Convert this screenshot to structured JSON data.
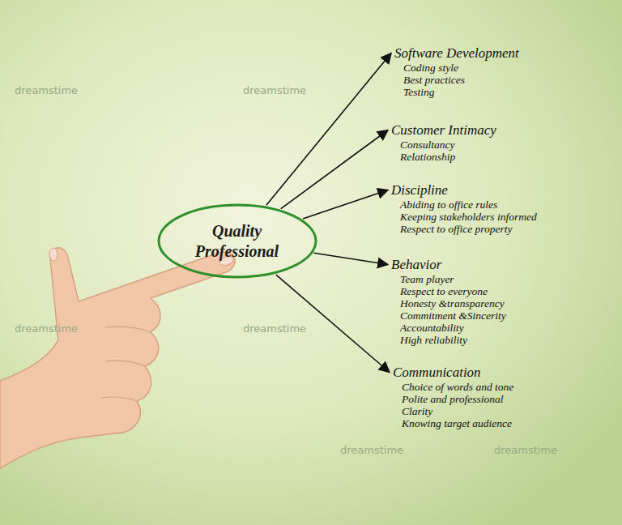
{
  "diagram": {
    "nodes": [
      {
        "text": [
          "Quality Professional"
        ]
      },
      {
        "text": [
          "Software Development",
          "Coding style",
          "Best practices",
          "Testing"
        ]
      },
      {
        "text": [
          "Customer Intimacy",
          "Consultancy",
          "Relationship"
        ]
      },
      {
        "text": [
          "Discipline",
          "Abiding to office rules",
          "Keeping stakeholders informed",
          "Respect to office property"
        ]
      },
      {
        "text": [
          "Behavior",
          "Team player",
          "Respect to everyone",
          "Honesty &transparency",
          "Commitment &Sincerity",
          "Accountability",
          "High reliability"
        ]
      },
      {
        "text": [
          "Communication",
          "Choice of words and tone",
          "Polite and professional",
          "Clarity",
          "Knowing target audience"
        ]
      }
    ],
    "edges": [
      {
        "from": 0,
        "to": 1,
        "arrow": "to"
      },
      {
        "from": 0,
        "to": 2,
        "arrow": "to"
      },
      {
        "from": 0,
        "to": 3,
        "arrow": "to"
      },
      {
        "from": 0,
        "to": 4,
        "arrow": "to"
      },
      {
        "from": 0,
        "to": 5,
        "arrow": "to"
      }
    ],
    "labels": [
      "dreamstime",
      "dreamstime",
      "dreamstime",
      "dreamstime",
      "dreamstime",
      "dreamstime"
    ]
  }
}
